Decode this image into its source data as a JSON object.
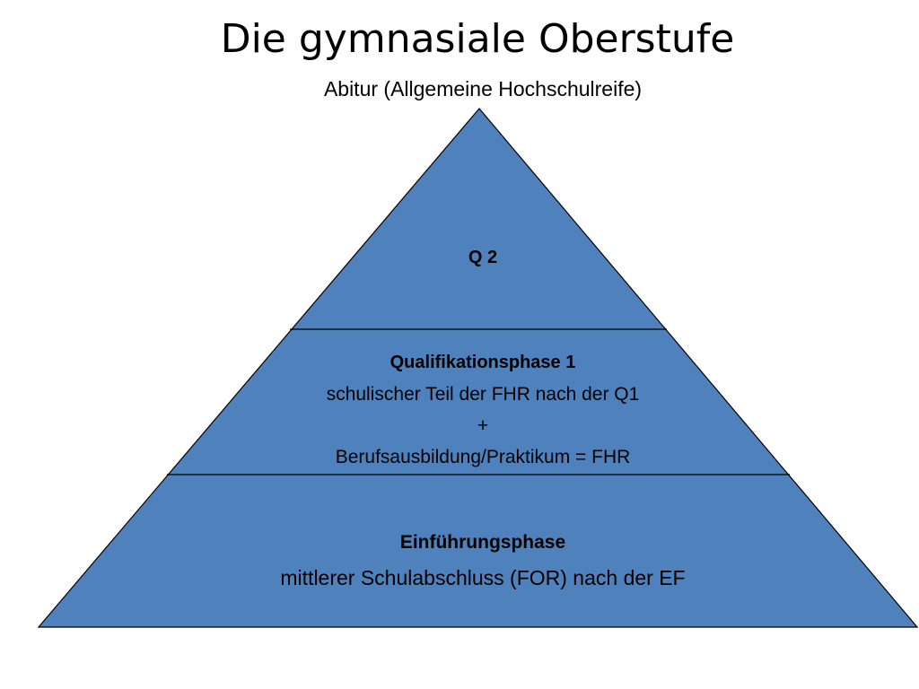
{
  "slide": {
    "title": "Die gymnasiale Oberstufe",
    "subtitle": "Abitur (Allgemeine Hochschulreife)"
  },
  "pyramid": {
    "fill_color": "#4f81bd",
    "stroke_color": "#000000",
    "levels": [
      {
        "name": "Q 2",
        "lines": []
      },
      {
        "name": "Qualifikationsphase 1",
        "lines": [
          "schulischer Teil der FHR nach der Q1",
          "+",
          "Berufsausbildung/Praktikum = FHR"
        ]
      },
      {
        "name": "Einführungsphase",
        "lines": [
          "mittlerer Schulabschluss (FOR) nach der EF"
        ]
      }
    ]
  }
}
